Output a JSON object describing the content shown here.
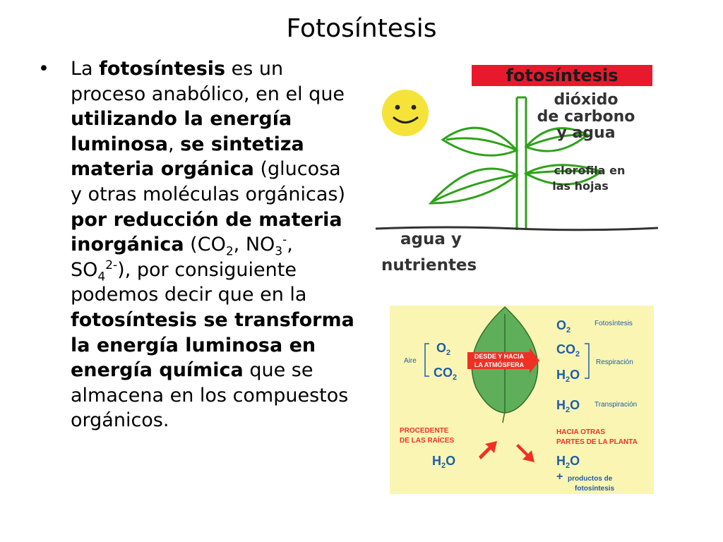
{
  "slide": {
    "title": "Fotosíntesis"
  },
  "text": {
    "bullet": "•",
    "p0": "La ",
    "p1": "fotosíntesis",
    "p2": " es un proceso anabólico, en el que ",
    "p3": "utilizando la energía luminosa",
    "p4": ", ",
    "p5": "se sintetiza materia orgánica",
    "p6": " (glucosa y otras moléculas orgánicas) ",
    "p7": "por reducción de materia inorgánica",
    "p8": " (CO",
    "p9": "2",
    "p10": ", NO",
    "p11": "3",
    "p12": "-",
    "p13": ", SO",
    "p14": "4",
    "p15": "2-",
    "p16": "), por consiguiente podemos decir que en la ",
    "p17": "fotosíntesis se transforma la energía luminosa en energía química",
    "p18": " que se almacena en los compuestos orgánicos."
  },
  "plant_image": {
    "banner": "fotosíntesis",
    "label_co2_1": "dióxido",
    "label_co2_2": "de carbono",
    "label_co2_3": "y agua",
    "label_chl_1": "clorofila en",
    "label_chl_2": "las hojas",
    "label_water_1": "agua y",
    "label_water_2": "nutrientes",
    "colors": {
      "banner": "#e8192c",
      "plant": "#2fa11a",
      "sun": "#f6e33a",
      "bg": "#ffffff"
    }
  },
  "leaf_image": {
    "o2_top": "O",
    "o2_top_sub": "2",
    "fotosintesis": "Fotosíntesis",
    "aire": "Aire",
    "o2_left": "O",
    "o2_left_sub": "2",
    "co2_left": "CO",
    "co2_left_sub": "2",
    "arrow_1": "DESDE Y HACIA",
    "arrow_2": "LA ATMÓSFERA",
    "co2_right": "CO",
    "co2_right_sub": "2",
    "h2o_right": "H",
    "h2o_right_sub": "2",
    "h2o_right_o": "O",
    "respiracion": "Respiración",
    "h2o_trans": "H",
    "h2o_trans_sub": "2",
    "h2o_trans_o": "O",
    "transpiracion": "Transpiración",
    "procedente_1": "PROCEDENTE",
    "procedente_2": "DE LAS RAÍCES",
    "hacia_1": "HACIA OTRAS",
    "hacia_2": "PARTES DE LA PLANTA",
    "h2o_bl": "H",
    "h2o_bl_sub": "2",
    "h2o_bl_o": "O",
    "h2o_br": "H",
    "h2o_br_sub": "2",
    "h2o_br_o": "O",
    "plus": "+",
    "productos_1": "productos de",
    "productos_2": "fotosíntesis",
    "colors": {
      "bg": "#fbf5b4",
      "leaf": "#5fae5a",
      "red": "#ee3124",
      "blue": "#1c5ea9"
    }
  }
}
